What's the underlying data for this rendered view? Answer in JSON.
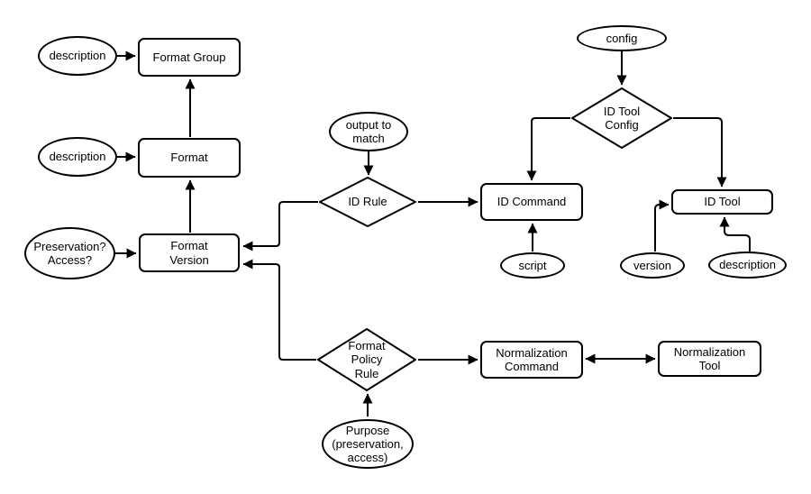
{
  "diagram": {
    "colors": {
      "background": "#ffffff",
      "node_fill": "#ffffff",
      "stroke": "#000000",
      "text": "#000000"
    },
    "nodes": {
      "description_1": {
        "label": "description",
        "shape": "ellipse"
      },
      "format_group": {
        "label": "Format Group",
        "shape": "rectangle"
      },
      "description_2": {
        "label": "description",
        "shape": "ellipse"
      },
      "format": {
        "label": "Format",
        "shape": "rectangle"
      },
      "preservation_access": {
        "label": "Preservation?\nAccess?",
        "shape": "ellipse"
      },
      "format_version": {
        "label": "Format\nVersion",
        "shape": "rectangle"
      },
      "output_to_match": {
        "label": "output to\nmatch",
        "shape": "ellipse"
      },
      "id_rule": {
        "label": "ID Rule",
        "shape": "diamond"
      },
      "config": {
        "label": "config",
        "shape": "ellipse"
      },
      "id_tool_config": {
        "label": "ID Tool\nConfig",
        "shape": "diamond"
      },
      "id_command": {
        "label": "ID Command",
        "shape": "rectangle"
      },
      "script": {
        "label": "script",
        "shape": "ellipse"
      },
      "id_tool": {
        "label": "ID Tool",
        "shape": "rectangle"
      },
      "version": {
        "label": "version",
        "shape": "ellipse"
      },
      "description_3": {
        "label": "description",
        "shape": "ellipse"
      },
      "format_policy_rule": {
        "label": "Format\nPolicy\nRule",
        "shape": "diamond"
      },
      "purpose": {
        "label": "Purpose\n(preservation,\naccess)",
        "shape": "ellipse"
      },
      "normalization_command": {
        "label": "Normalization\nCommand",
        "shape": "rectangle"
      },
      "normalization_tool": {
        "label": "Normalization\nTool",
        "shape": "rectangle"
      }
    },
    "edges": [
      {
        "from": "description_1",
        "to": "format_group"
      },
      {
        "from": "description_2",
        "to": "format"
      },
      {
        "from": "preservation_access",
        "to": "format_version"
      },
      {
        "from": "format",
        "to": "format_group"
      },
      {
        "from": "format_version",
        "to": "format"
      },
      {
        "from": "output_to_match",
        "to": "id_rule"
      },
      {
        "from": "id_rule",
        "to": "id_command"
      },
      {
        "from": "id_rule",
        "to": "format_version"
      },
      {
        "from": "config",
        "to": "id_tool_config"
      },
      {
        "from": "id_tool_config",
        "to": "id_command"
      },
      {
        "from": "id_tool_config",
        "to": "id_tool"
      },
      {
        "from": "script",
        "to": "id_command"
      },
      {
        "from": "version",
        "to": "id_tool"
      },
      {
        "from": "description_3",
        "to": "id_tool"
      },
      {
        "from": "format_policy_rule",
        "to": "format_version"
      },
      {
        "from": "format_policy_rule",
        "to": "normalization_command"
      },
      {
        "from": "purpose",
        "to": "format_policy_rule"
      },
      {
        "from": "normalization_command",
        "to": "normalization_tool",
        "bidirectional": true
      }
    ]
  }
}
